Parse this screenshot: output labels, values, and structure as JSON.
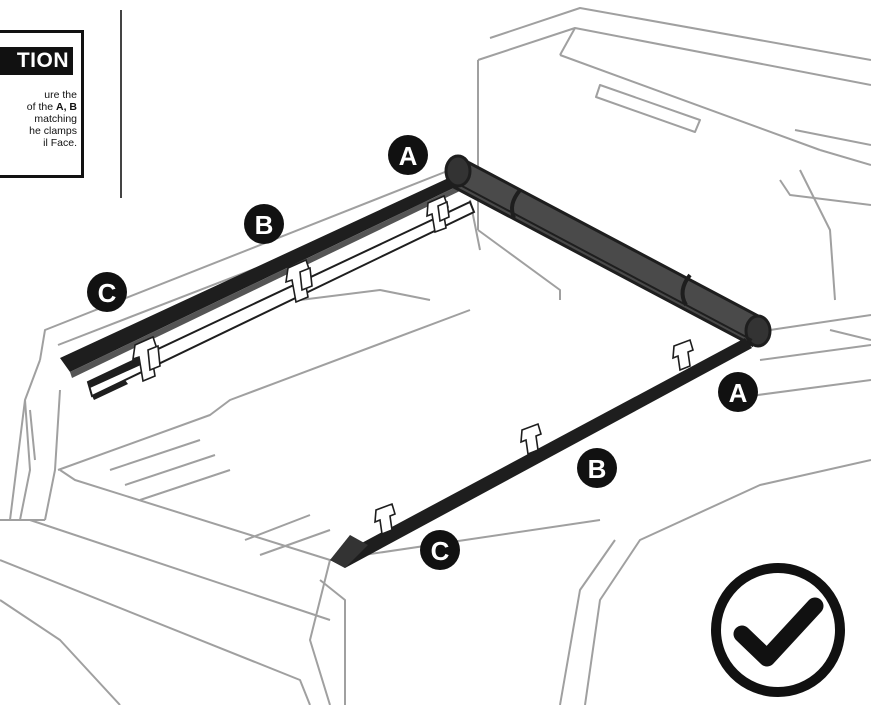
{
  "caution": {
    "title": "TION",
    "line1": "ure   the",
    "line2_pre": "of the ",
    "line2_bold": "A, B",
    "line3": "matching",
    "line4": "he clamps",
    "line5": "il Face."
  },
  "callouts": {
    "rear_a": "A",
    "rear_b": "B",
    "rear_c": "C",
    "front_a": "A",
    "front_b": "B",
    "front_c": "C"
  },
  "status_icon": "checkmark-circle-icon",
  "colors": {
    "line": "#9a9a9a",
    "rail": "#1e1e1e",
    "roll": "#4a4a4a",
    "callout": "#111111"
  }
}
